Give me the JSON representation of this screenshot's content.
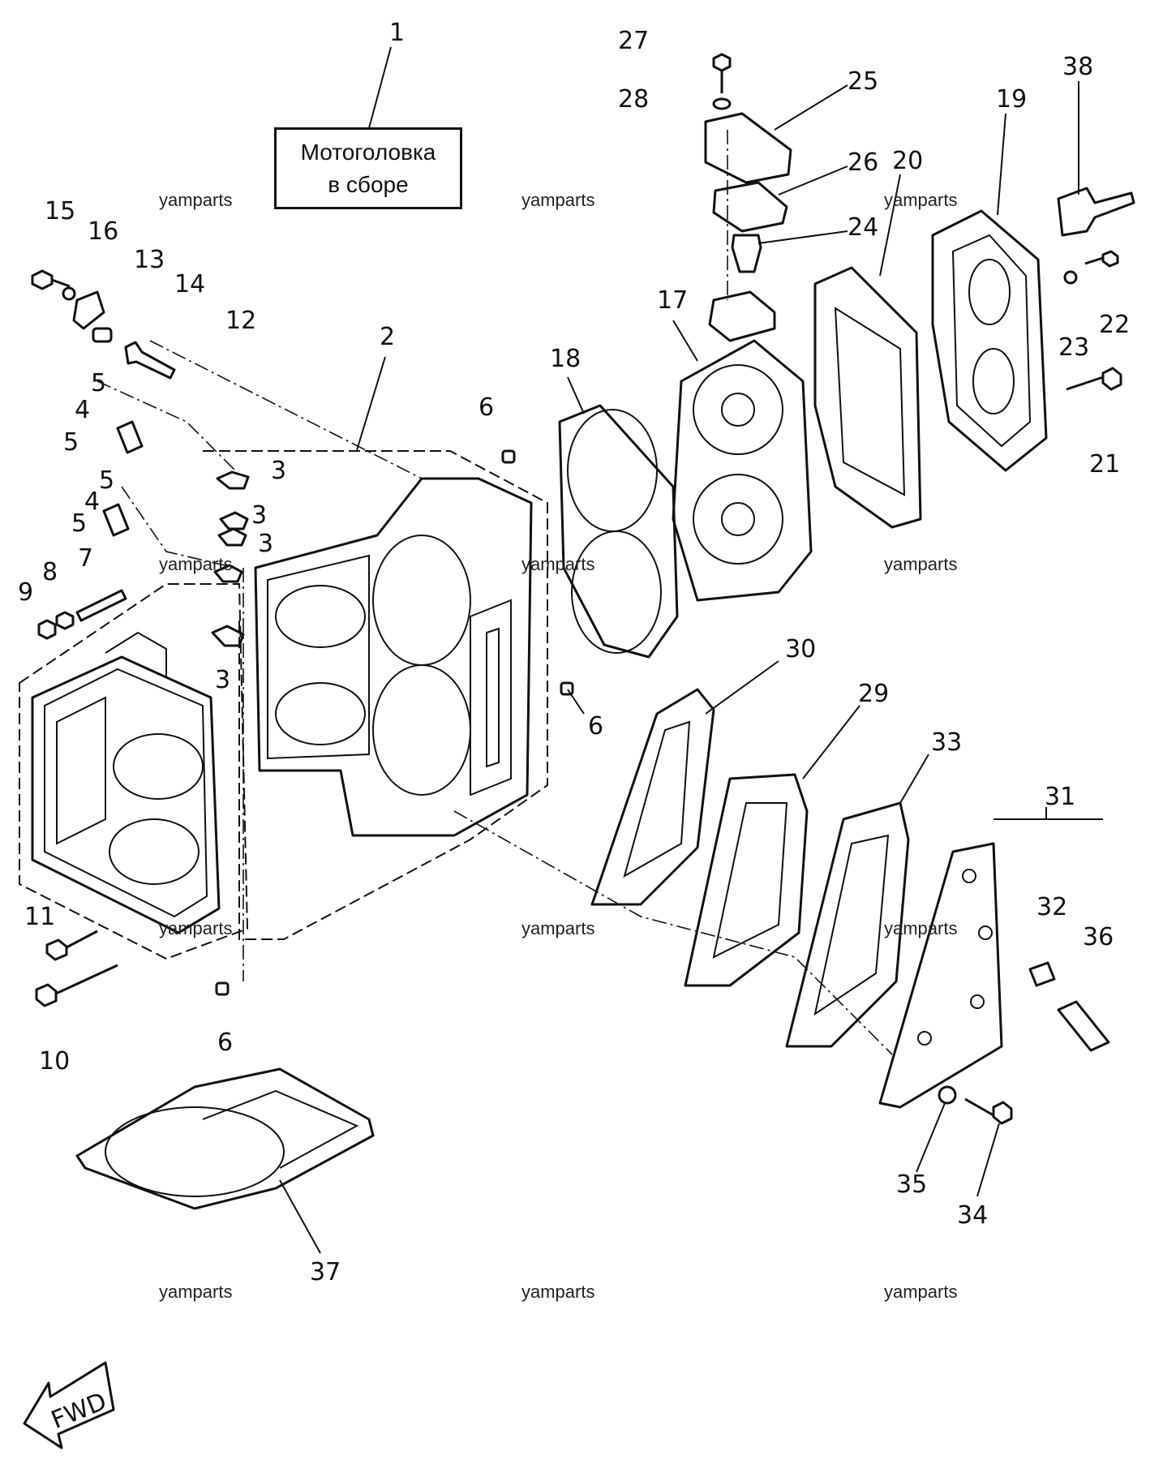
{
  "assembly_label": {
    "line1": "Мотоголовка",
    "line2": "в сборе"
  },
  "watermark": "yamparts",
  "fwd_label": "FWD",
  "callouts": [
    "1",
    "2",
    "3",
    "3",
    "3",
    "3",
    "4",
    "4",
    "5",
    "5",
    "5",
    "5",
    "6",
    "6",
    "6",
    "7",
    "8",
    "9",
    "10",
    "11",
    "12",
    "13",
    "14",
    "15",
    "16",
    "17",
    "18",
    "19",
    "20",
    "21",
    "22",
    "23",
    "24",
    "25",
    "26",
    "27",
    "28",
    "29",
    "30",
    "31",
    "32",
    "33",
    "34",
    "35",
    "36",
    "37",
    "38"
  ]
}
